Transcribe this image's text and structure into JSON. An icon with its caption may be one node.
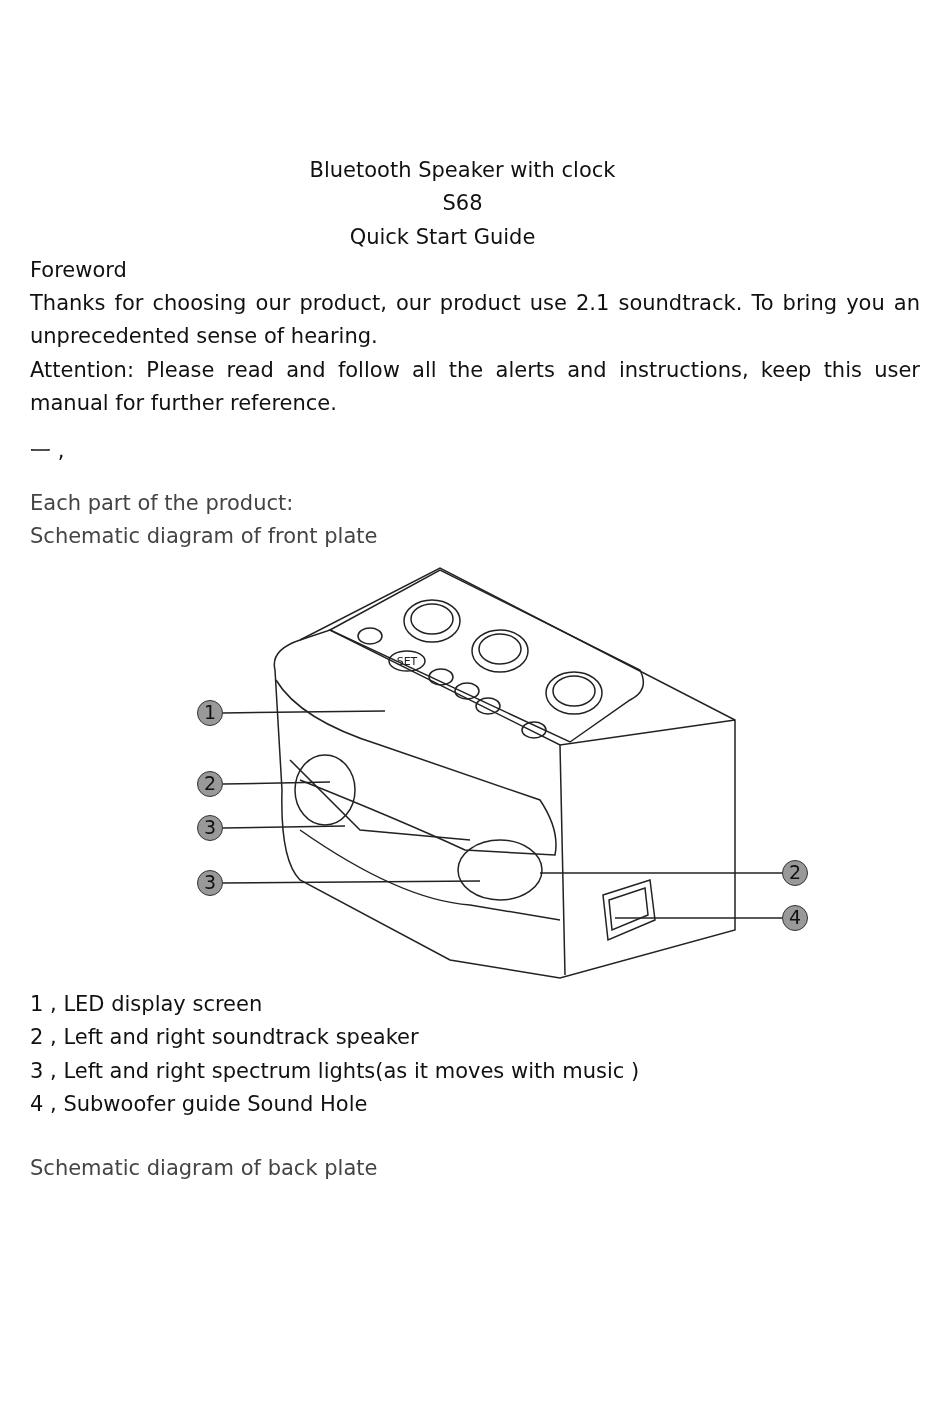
{
  "diagram": {
    "title": "Bluetooth Speaker with clock",
    "nodes": [
      {
        "text": [
          "1"
        ]
      },
      {
        "text": [
          "2"
        ]
      },
      {
        "text": [
          "3"
        ]
      },
      {
        "text": [
          "3"
        ]
      },
      {
        "text": [
          "2"
        ]
      },
      {
        "text": [
          "4"
        ]
      }
    ],
    "edges": [
      {
        "from": 0,
        "to": null,
        "arrow": "none"
      },
      {
        "from": 1,
        "to": null,
        "arrow": "none"
      },
      {
        "from": 2,
        "to": null,
        "arrow": "none"
      },
      {
        "from": 3,
        "to": null,
        "arrow": "none"
      },
      {
        "from": 4,
        "to": null,
        "arrow": "none"
      },
      {
        "from": 5,
        "to": null,
        "arrow": "none"
      }
    ],
    "labels": [
      "S68",
      "Quick Start Guide",
      "Foreword",
      "Thanks for choosing our product, our product use 2.1 soundtrack. To bring you an unprecedented sense of hearing.",
      "Attention: Please read and follow all the alerts and instructions, keep this user manual for further reference.",
      "一 ,",
      "Each part of the product:",
      "Schematic diagram of front plate",
      "SET",
      "1 , LED display screen",
      "2 , Left and right soundtrack speaker",
      "3 , Left and right spectrum lights(as it moves with music )",
      "4 , Subwoofer guide Sound Hole",
      "Schematic diagram of back plate"
    ]
  }
}
